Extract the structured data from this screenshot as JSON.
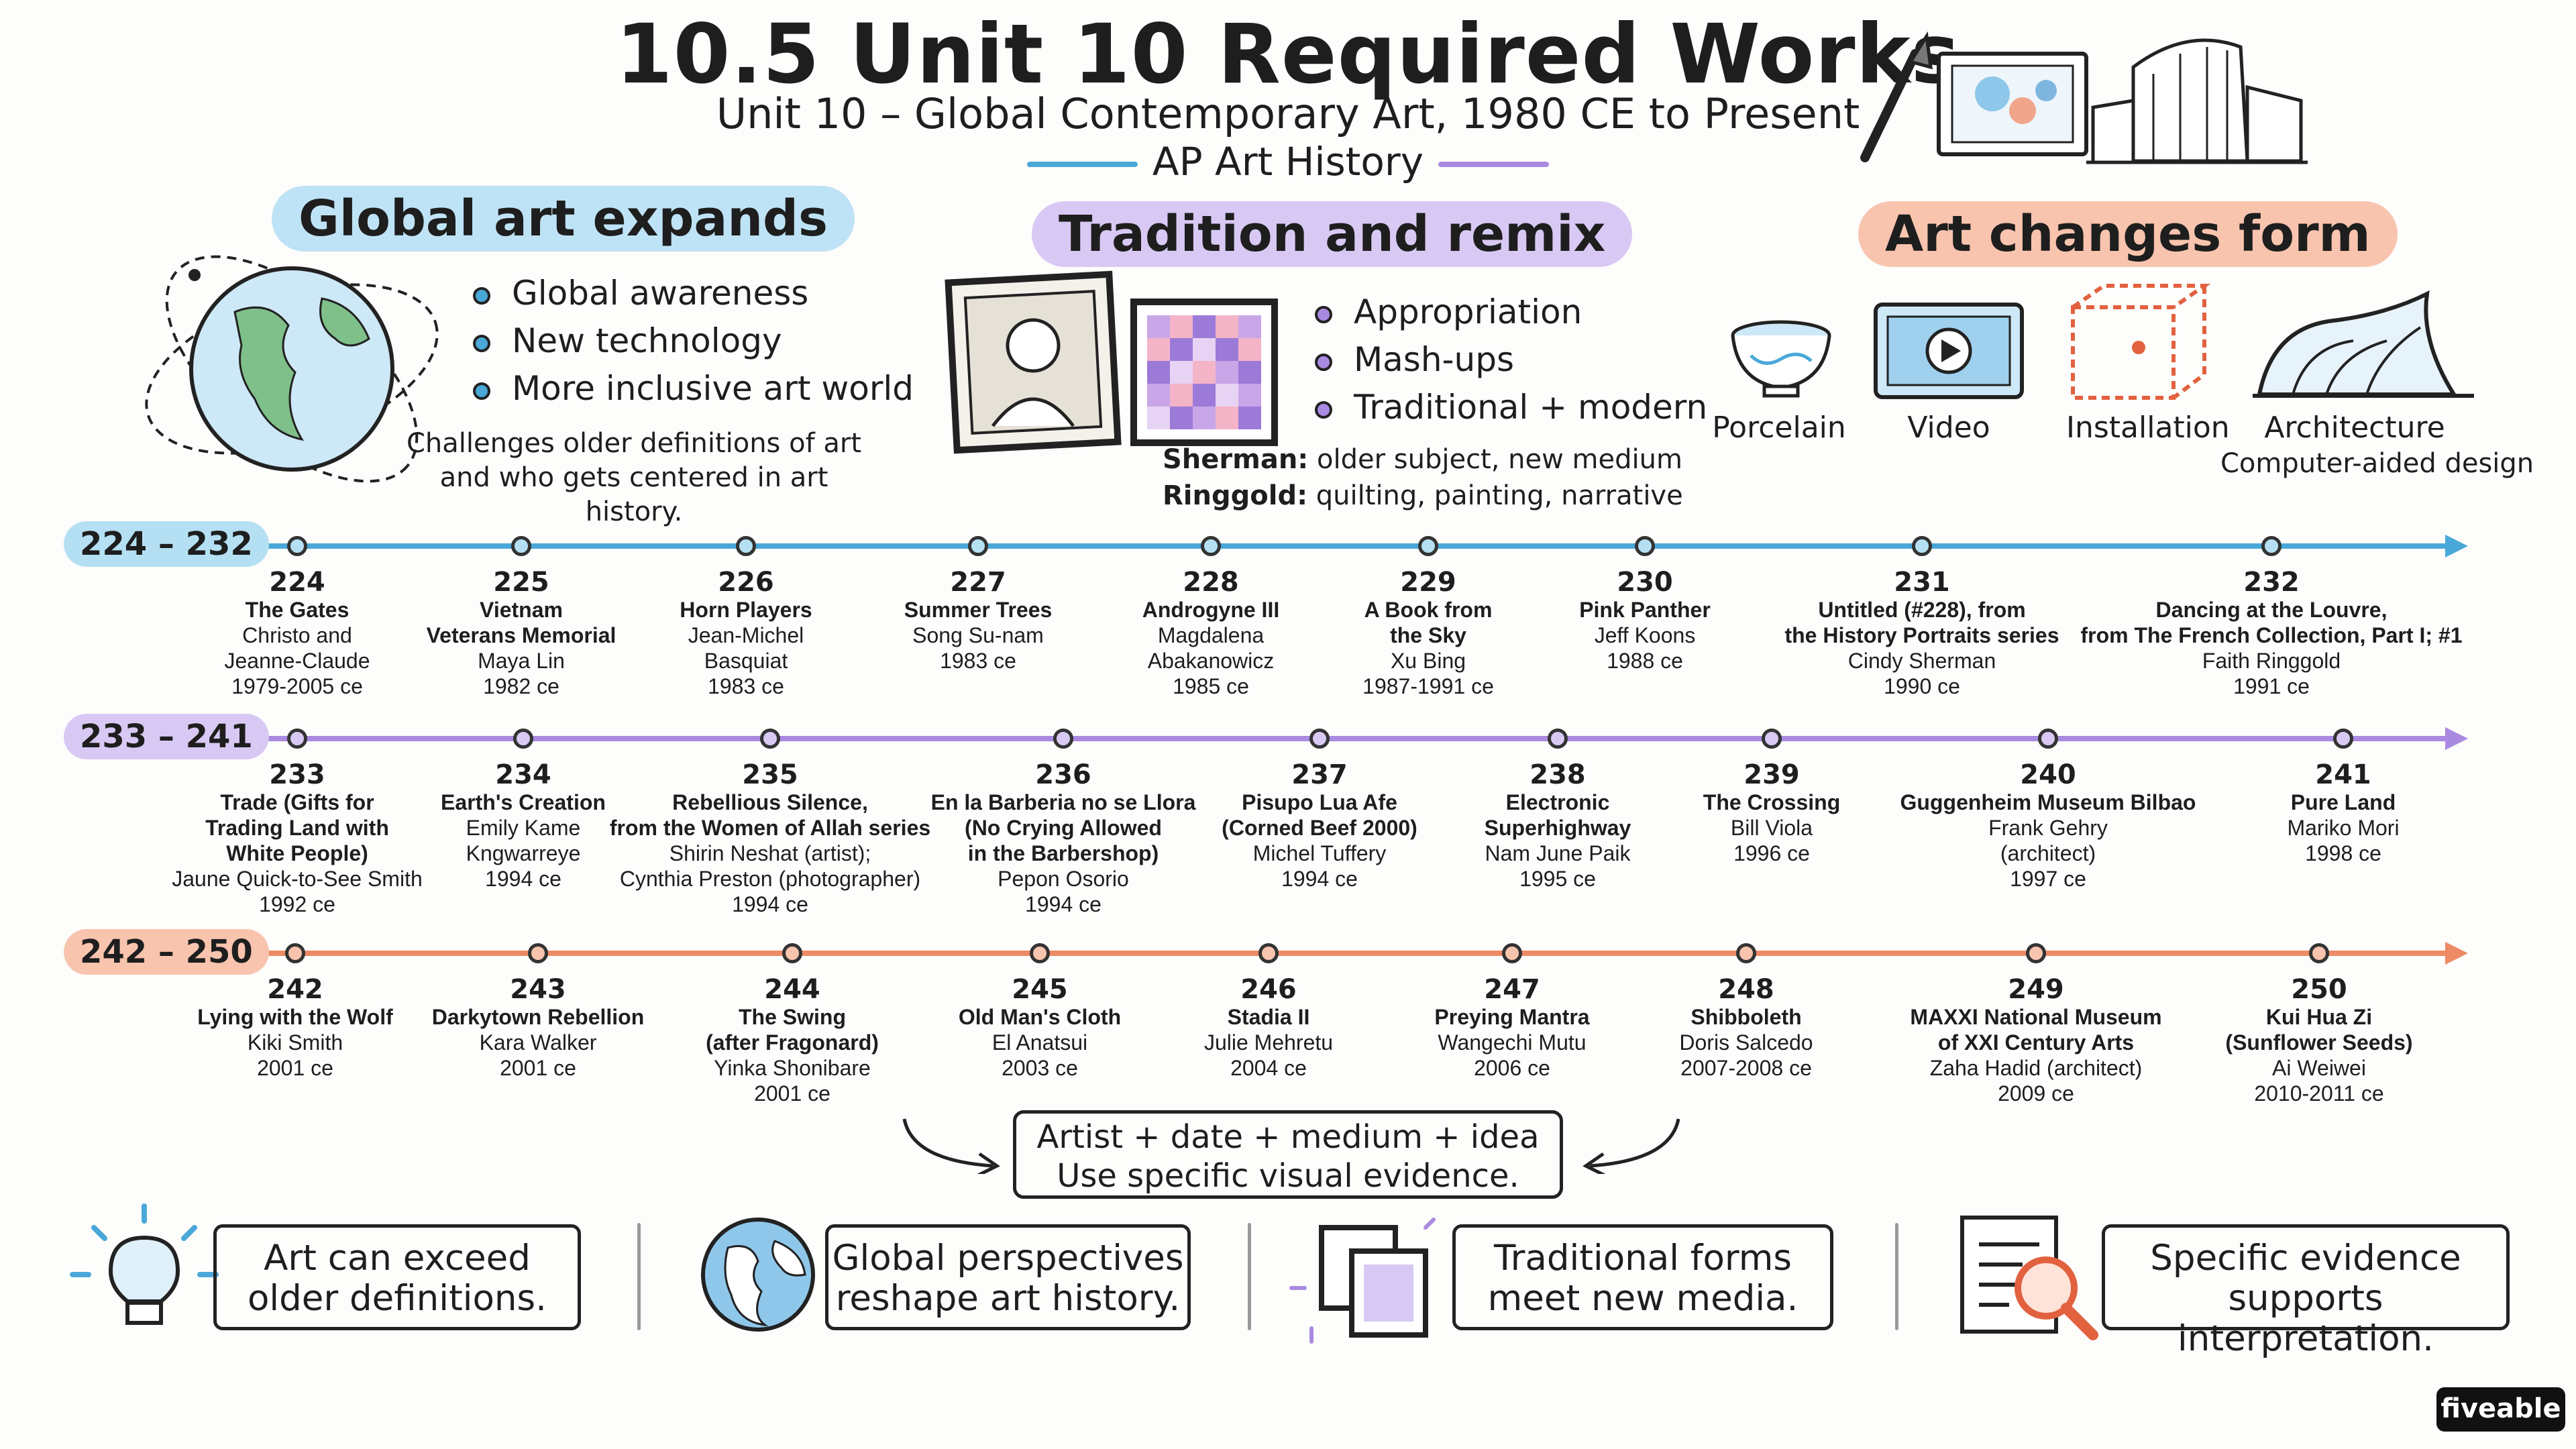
{
  "header": {
    "title": "10.5 Unit 10 Required Works",
    "subtitle": "Unit 10 – Global Contemporary Art, 1980 CE to Present",
    "course": "AP Art History"
  },
  "sections": {
    "global": {
      "heading": "Global art expands",
      "bullets": [
        "Global awareness",
        "New technology",
        "More inclusive art world"
      ],
      "note_lines": [
        "Challenges older definitions of art",
        "and who gets centered in art history."
      ]
    },
    "tradition": {
      "heading": "Tradition and remix",
      "bullets": [
        "Appropriation",
        "Mash-ups",
        "Traditional + modern"
      ],
      "notes": [
        {
          "bold": "Sherman:",
          "text": " older subject, new medium"
        },
        {
          "bold": "Ringgold:",
          "text": " quilting, painting, narrative"
        }
      ]
    },
    "forms": {
      "heading": "Art changes form",
      "items": [
        {
          "label": "Porcelain",
          "icon": "porcelain-bowl-icon"
        },
        {
          "label": "Video",
          "icon": "video-play-icon"
        },
        {
          "label": "Installation",
          "icon": "installation-cube-icon"
        },
        {
          "label": "Architecture",
          "sublabel": "Computer-aided design",
          "icon": "architecture-building-icon"
        }
      ]
    }
  },
  "timelines": [
    {
      "range": "224 – 232",
      "color": "#4aa8d8",
      "range_bg": "#b5e0f4",
      "works": [
        {
          "num": "224",
          "title": "The Gates",
          "artist": "Christo and\nJeanne-Claude",
          "date": "1979-2005 ce"
        },
        {
          "num": "225",
          "title": "Vietnam\nVeterans Memorial",
          "artist": "Maya Lin",
          "date": "1982 ce"
        },
        {
          "num": "226",
          "title": "Horn Players",
          "artist": "Jean-Michel\nBasquiat",
          "date": "1983 ce"
        },
        {
          "num": "227",
          "title": "Summer Trees",
          "artist": "Song Su-nam",
          "date": "1983 ce"
        },
        {
          "num": "228",
          "title": "Androgyne III",
          "artist": "Magdalena\nAbakanowicz",
          "date": "1985 ce"
        },
        {
          "num": "229",
          "title": "A Book from\nthe Sky",
          "artist": "Xu Bing",
          "date": "1987-1991 ce"
        },
        {
          "num": "230",
          "title": "Pink Panther",
          "artist": "Jeff Koons",
          "date": "1988 ce"
        },
        {
          "num": "231",
          "title": "Untitled (#228), from\nthe History Portraits series",
          "artist": "Cindy Sherman",
          "date": "1990 ce"
        },
        {
          "num": "232",
          "title": "Dancing at the Louvre,\nfrom The French Collection, Part I; #1",
          "artist": "Faith Ringgold",
          "date": "1991 ce"
        }
      ]
    },
    {
      "range": "233 – 241",
      "color": "#a98ae0",
      "range_bg": "#d8c9f4",
      "works": [
        {
          "num": "233",
          "title": "Trade (Gifts for\nTrading Land with\nWhite People)",
          "artist": "Jaune Quick-to-See Smith",
          "date": "1992 ce"
        },
        {
          "num": "234",
          "title": "Earth's Creation",
          "artist": "Emily Kame\nKngwarreye",
          "date": "1994 ce"
        },
        {
          "num": "235",
          "title": "Rebellious Silence,\nfrom the Women of Allah series",
          "artist": "Shirin Neshat (artist);\nCynthia Preston (photographer)",
          "date": "1994 ce"
        },
        {
          "num": "236",
          "title": "En la Barberia no se Llora\n(No Crying Allowed\nin the Barbershop)",
          "artist": "Pepon Osorio",
          "date": "1994 ce"
        },
        {
          "num": "237",
          "title": "Pisupo Lua Afe\n(Corned Beef 2000)",
          "artist": "Michel Tuffery",
          "date": "1994 ce"
        },
        {
          "num": "238",
          "title": "Electronic\nSuperhighway",
          "artist": "Nam June Paik",
          "date": "1995 ce"
        },
        {
          "num": "239",
          "title": "The Crossing",
          "artist": "Bill Viola",
          "date": "1996 ce"
        },
        {
          "num": "240",
          "title": "Guggenheim Museum Bilbao",
          "artist": "Frank Gehry\n(architect)",
          "date": "1997 ce"
        },
        {
          "num": "241",
          "title": "Pure Land",
          "artist": "Mariko Mori",
          "date": "1998 ce"
        }
      ]
    },
    {
      "range": "242 – 250",
      "color": "#ee8a64",
      "range_bg": "#f8c4ae",
      "works": [
        {
          "num": "242",
          "title": "Lying with the Wolf",
          "artist": "Kiki Smith",
          "date": "2001 ce"
        },
        {
          "num": "243",
          "title": "Darkytown Rebellion",
          "artist": "Kara Walker",
          "date": "2001 ce"
        },
        {
          "num": "244",
          "title": "The Swing\n(after Fragonard)",
          "artist": "Yinka Shonibare",
          "date": "2001 ce"
        },
        {
          "num": "245",
          "title": "Old Man's Cloth",
          "artist": "El Anatsui",
          "date": "2003 ce"
        },
        {
          "num": "246",
          "title": "Stadia II",
          "artist": "Julie Mehretu",
          "date": "2004 ce"
        },
        {
          "num": "247",
          "title": "Preying Mantra",
          "artist": "Wangechi Mutu",
          "date": "2006 ce"
        },
        {
          "num": "248",
          "title": "Shibboleth",
          "artist": "Doris Salcedo",
          "date": "2007-2008 ce"
        },
        {
          "num": "249",
          "title": "MAXXI National Museum\nof XXI Century Arts",
          "artist": "Zaha Hadid (architect)",
          "date": "2009 ce"
        },
        {
          "num": "250",
          "title": "Kui Hua Zi\n(Sunflower Seeds)",
          "artist": "Ai Weiwei",
          "date": "2010-2011 ce"
        }
      ]
    }
  ],
  "key": {
    "line1": "Artist + date + medium + idea",
    "line2": "Use specific visual evidence."
  },
  "takeaways": [
    {
      "icon": "lightbulb-icon",
      "line1": "Art can exceed",
      "line2": "older definitions."
    },
    {
      "icon": "globe-icon",
      "line1": "Global perspectives",
      "line2": "reshape art history."
    },
    {
      "icon": "frames-icon",
      "line1": "Traditional forms",
      "line2": "meet new media."
    },
    {
      "icon": "document-magnifier-icon",
      "line1": "Specific evidence",
      "line2": "supports interpretation."
    }
  ],
  "brand": "fiveable"
}
